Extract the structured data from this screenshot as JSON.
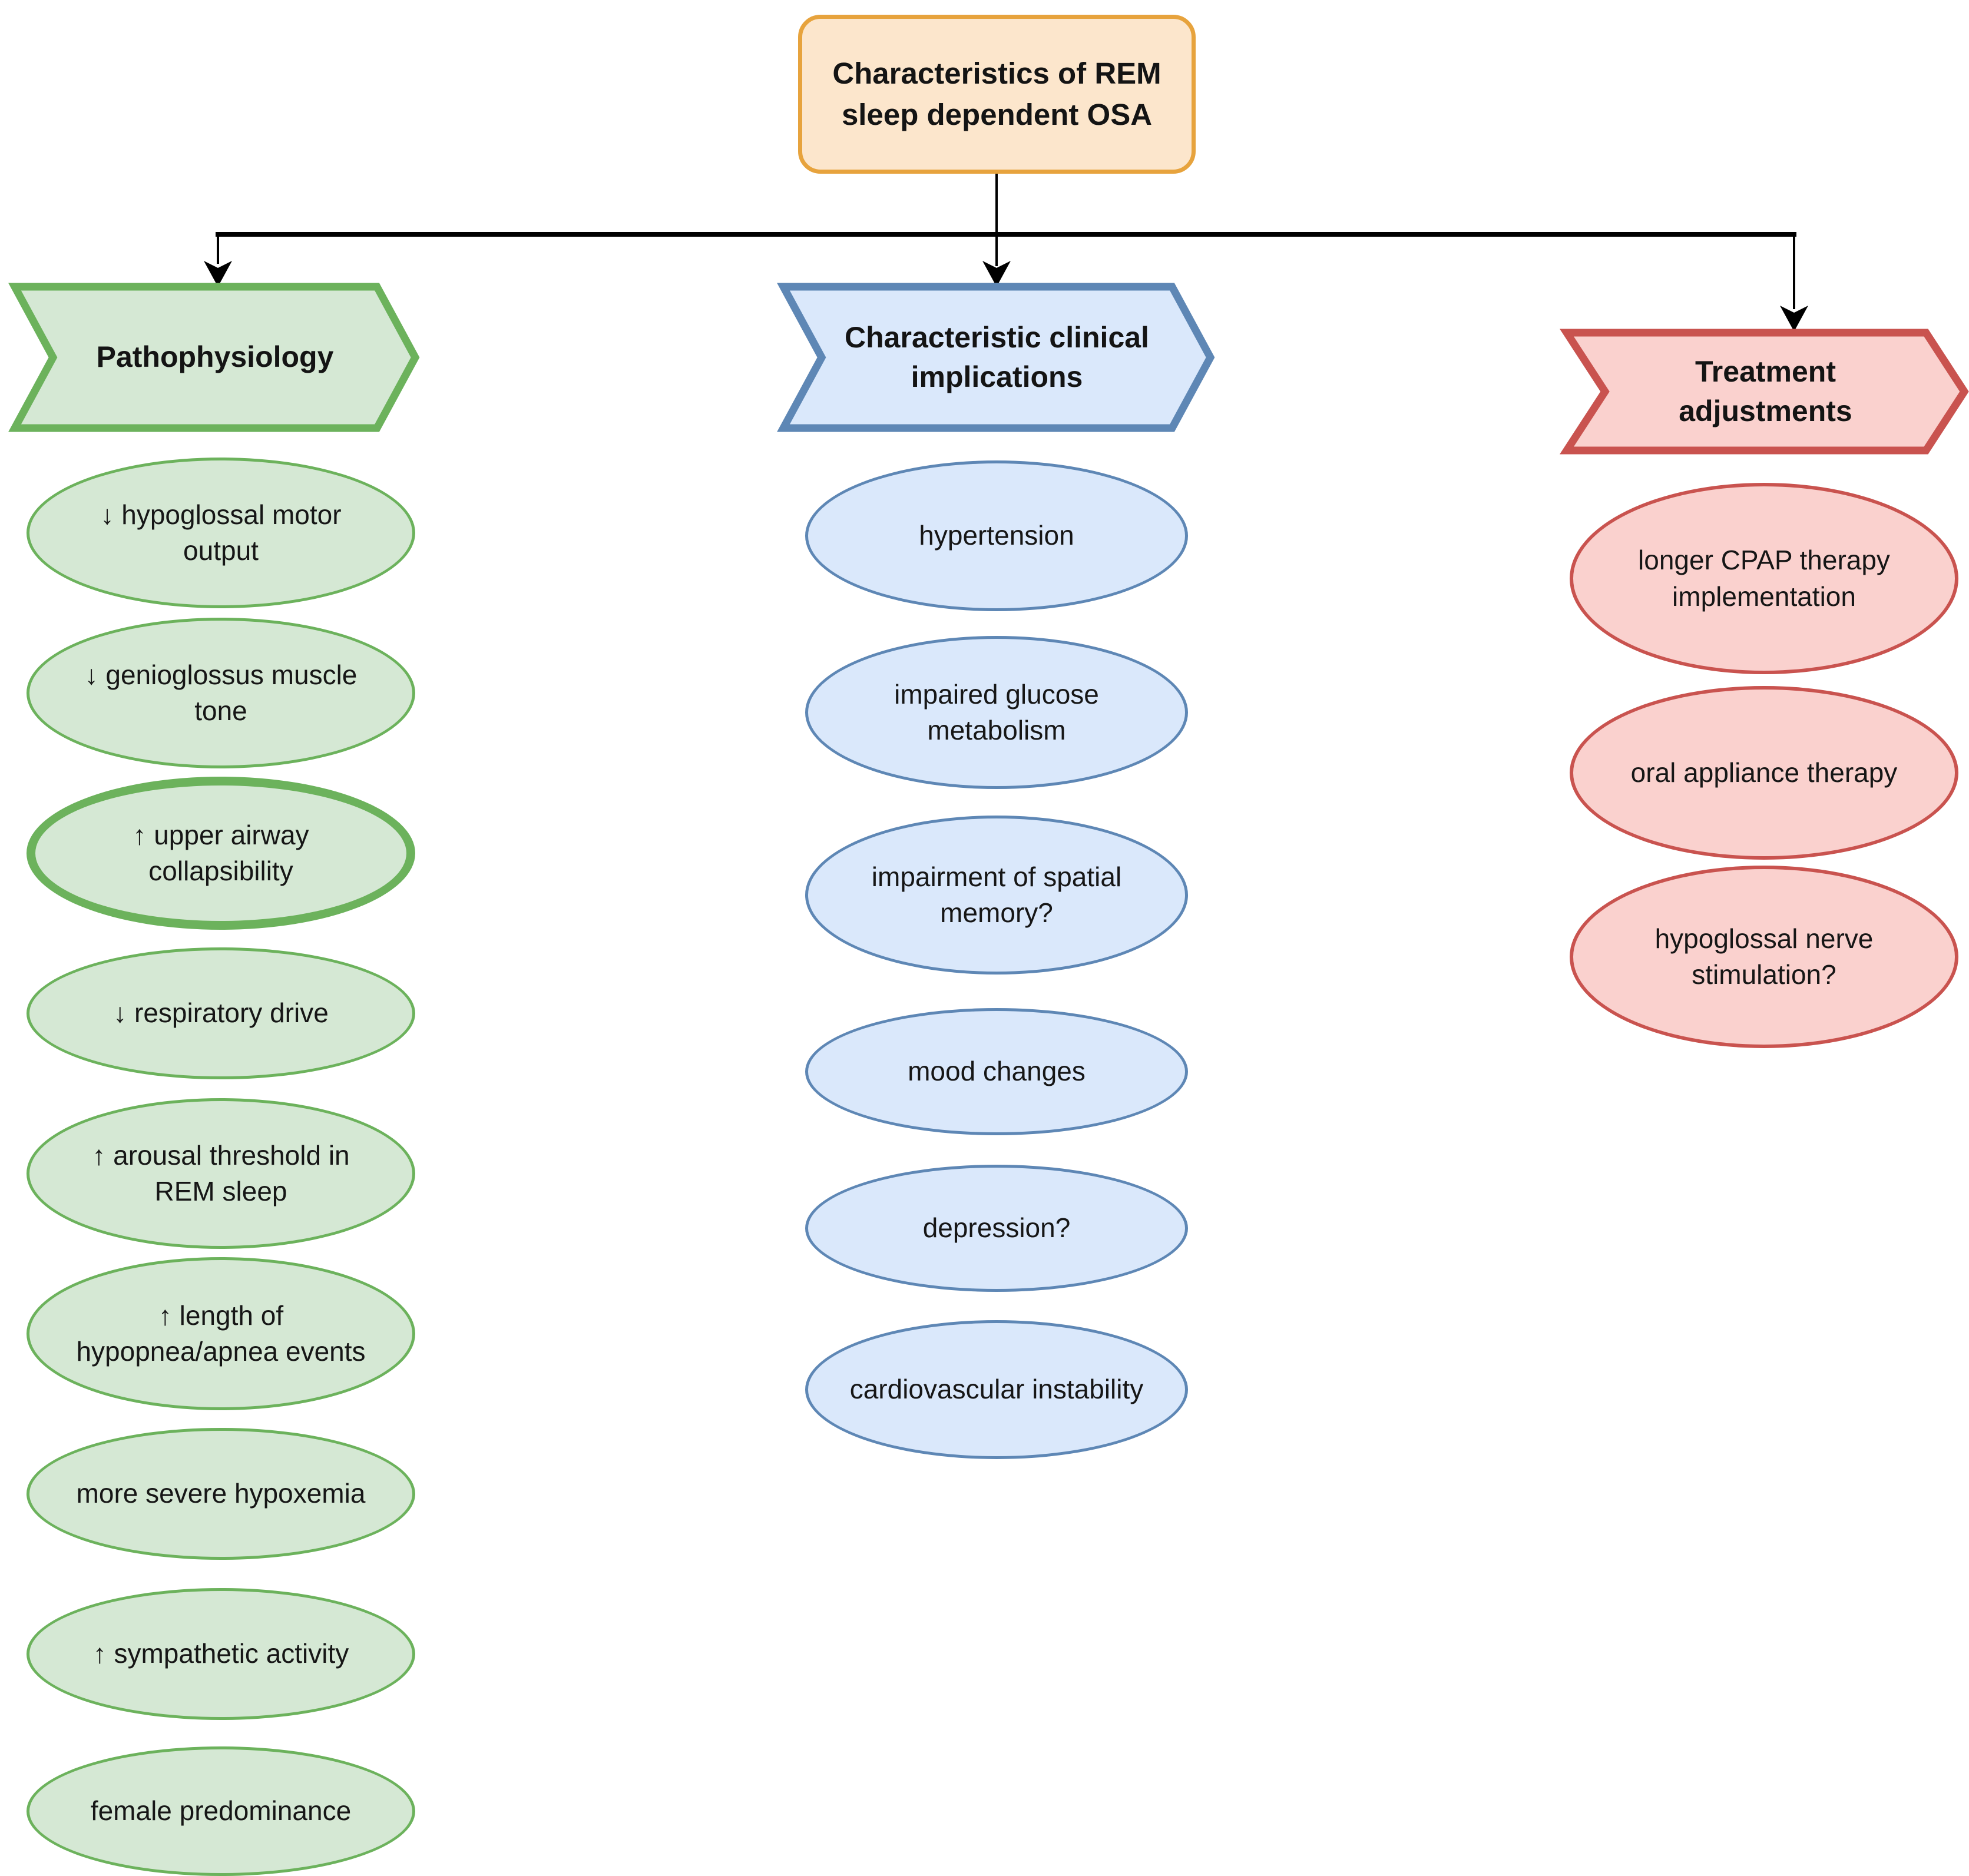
{
  "figure": {
    "root": {
      "label": "Characteristics of REM sleep dependent OSA",
      "theme": {
        "fill": "#FCE6CC",
        "stroke": "#E7A33D"
      }
    },
    "connector_color": "#000000",
    "branches": [
      {
        "header": "Pathophysiology",
        "theme": {
          "fill": "#D5E8D4",
          "stroke": "#6CB25C"
        },
        "nodes": [
          {
            "label": "↓ hypoglossal motor output"
          },
          {
            "label": "↓ genioglossus muscle tone"
          },
          {
            "label": "↑ upper airway collapsibility",
            "emphasized": "true"
          },
          {
            "label": "↓ respiratory drive"
          },
          {
            "label": "↑ arousal threshold in REM sleep"
          },
          {
            "label": "↑ length of hypopnea/apnea events"
          },
          {
            "label": "more severe hypoxemia"
          },
          {
            "label": "↑ sympathetic activity"
          },
          {
            "label": "female predominance"
          }
        ]
      },
      {
        "header": "Characteristic clinical implications",
        "theme": {
          "fill": "#DAE8FB",
          "stroke": "#5E87B5"
        },
        "nodes": [
          {
            "label": "hypertension"
          },
          {
            "label": "impaired glucose metabolism"
          },
          {
            "label": "impairment of spatial memory?"
          },
          {
            "label": "mood changes"
          },
          {
            "label": "depression?"
          },
          {
            "label": "cardiovascular instability"
          }
        ]
      },
      {
        "header": "Treatment adjustments",
        "theme": {
          "fill": "#FAD1CE",
          "stroke": "#C9534F"
        },
        "nodes": [
          {
            "label": "longer CPAP therapy implementation"
          },
          {
            "label": "oral appliance therapy"
          },
          {
            "label": "hypoglossal nerve stimulation?"
          }
        ]
      }
    ]
  }
}
